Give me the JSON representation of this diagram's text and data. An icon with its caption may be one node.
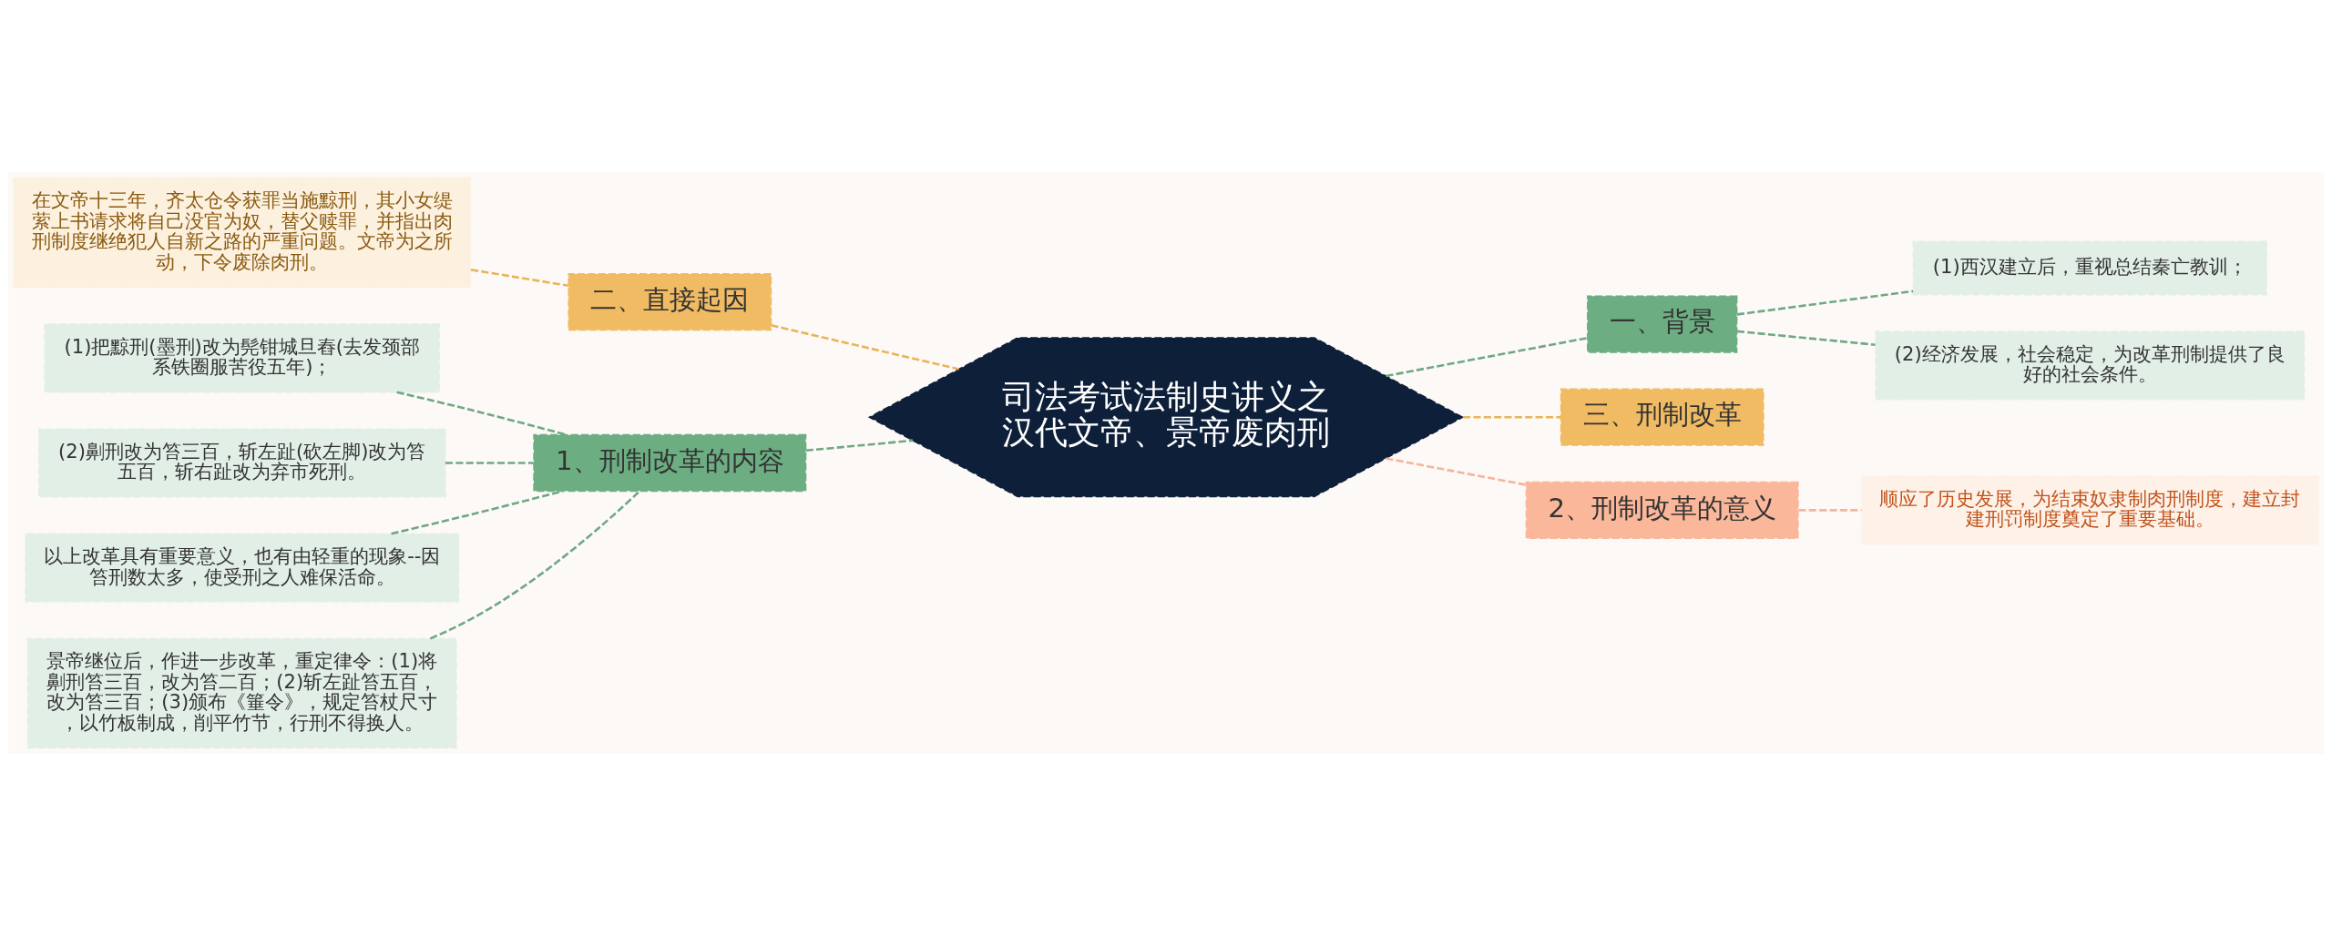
{
  "diagram": {
    "nodes": [
      {
        "text": [
          "司法考试法制史讲义之汉代文帝、景帝废肉刑"
        ]
      },
      {
        "text": [
          "二、直接起因"
        ]
      },
      {
        "text": [
          "在文帝十三年，齐太仓令获罪当施黥刑，其小女缇萦上书请求将自己没官为奴，替父赎罪，并指出肉刑制度继绝犯人自新之路的严重问题。文帝为之所动，下令废除肉刑。"
        ]
      },
      {
        "text": [
          "1、刑制改革的内容"
        ]
      },
      {
        "text": [
          "(1)把黥刑(墨刑)改为髡钳城旦舂(去发颈部系铁圈服苦役五年)；"
        ]
      },
      {
        "text": [
          "(2)劓刑改为笞三百，斩左趾(砍左脚)改为笞五百，斩右趾改为弃市死刑。"
        ]
      },
      {
        "text": [
          "以上改革具有重要意义，也有由轻重的现象--因笞刑数太多，使受刑之人难保活命。"
        ]
      },
      {
        "text": [
          "景帝继位后，作进一步改革，重定律令：(1)将劓刑笞三百，改为笞二百；(2)斩左趾笞五百，改为笞三百；(3)颁布《箠令》，规定笞杖尺寸，以竹板制成，削平竹节，行刑不得换人。"
        ]
      },
      {
        "text": [
          "一、背景"
        ]
      },
      {
        "text": [
          "(1)西汉建立后，重视总结秦亡教训；"
        ]
      },
      {
        "text": [
          "(2)经济发展，社会稳定，为改革刑制提供了良好的社会条件。"
        ]
      },
      {
        "text": [
          "三、刑制改革"
        ]
      },
      {
        "text": [
          "2、刑制改革的意义"
        ]
      },
      {
        "text": [
          "顺应了历史发展，为结束奴隶制肉刑制度，建立封建刑罚制度奠定了重要基础。"
        ]
      }
    ],
    "edges": [
      {
        "from": 0,
        "to": 1,
        "arrow": "none",
        "style": "dashed",
        "color": "#e8b55c"
      },
      {
        "from": 1,
        "to": 2,
        "arrow": "none",
        "style": "dashed",
        "color": "#e8b55c"
      },
      {
        "from": 0,
        "to": 3,
        "arrow": "none",
        "style": "dashed",
        "color": "#6fa882"
      },
      {
        "from": 3,
        "to": 4,
        "arrow": "none",
        "style": "dashed",
        "color": "#6fa882"
      },
      {
        "from": 3,
        "to": 5,
        "arrow": "none",
        "style": "dashed",
        "color": "#6fa882"
      },
      {
        "from": 3,
        "to": 6,
        "arrow": "none",
        "style": "dashed",
        "color": "#6fa882"
      },
      {
        "from": 3,
        "to": 7,
        "arrow": "none",
        "style": "dashed",
        "color": "#6fa882"
      },
      {
        "from": 0,
        "to": 8,
        "arrow": "none",
        "style": "dashed",
        "color": "#6fa882"
      },
      {
        "from": 8,
        "to": 9,
        "arrow": "none",
        "style": "dashed",
        "color": "#6fa882"
      },
      {
        "from": 8,
        "to": 10,
        "arrow": "none",
        "style": "dashed",
        "color": "#6fa882"
      },
      {
        "from": 0,
        "to": 11,
        "arrow": "none",
        "style": "dashed",
        "color": "#e8b55c"
      },
      {
        "from": 0,
        "to": 12,
        "arrow": "none",
        "style": "dashed",
        "color": "#f4b59a"
      },
      {
        "from": 12,
        "to": 13,
        "arrow": "none",
        "style": "dashed",
        "color": "#f4b59a"
      }
    ]
  }
}
